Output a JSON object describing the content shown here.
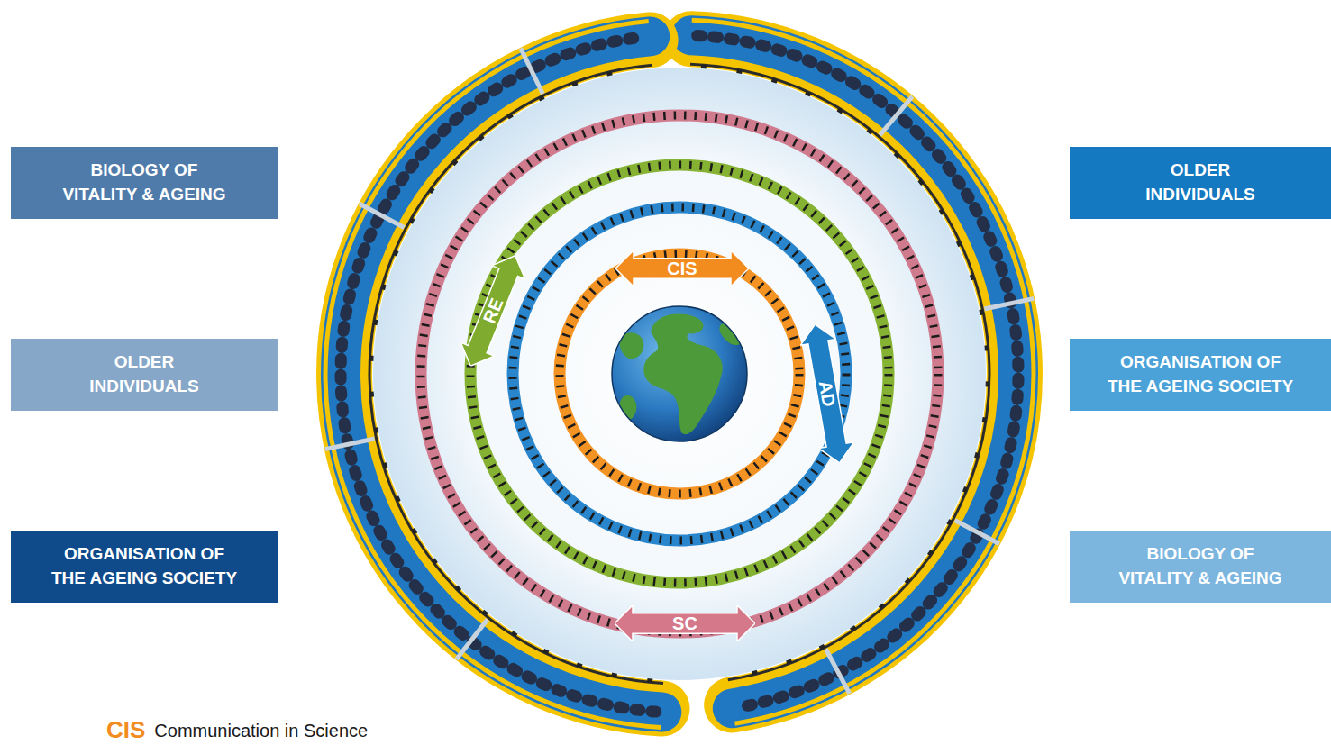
{
  "diagram": {
    "nodes": [
      {
        "text": [
          "BIOLOGY OF VITALITY & AGEING"
        ]
      },
      {
        "text": [
          "OLDER INDIVIDUALS"
        ]
      },
      {
        "text": [
          "CIS"
        ]
      },
      {
        "text": [
          "RE"
        ]
      },
      {
        "text": [
          "AD"
        ]
      },
      {
        "text": [
          "OLDER INDIVIDUALS"
        ]
      },
      {
        "text": [
          "ORGANISATION OF THE AGEING SOCIETY"
        ]
      },
      {
        "text": [
          "SC"
        ]
      },
      {
        "text": [
          "ORGANISATION OF THE AGEING SOCIETY"
        ]
      },
      {
        "text": [
          "BIOLOGY OF VITALITY & AGEING"
        ]
      }
    ],
    "labels": [
      "CIS",
      "Communication in Science"
    ]
  }
}
